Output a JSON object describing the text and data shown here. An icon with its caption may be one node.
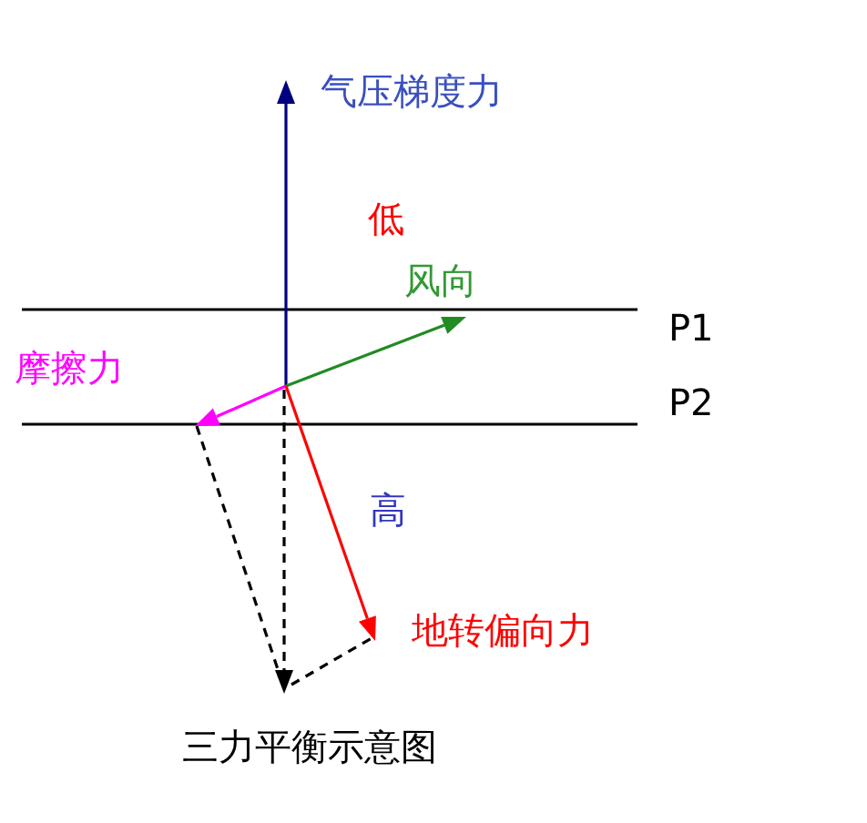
{
  "diagram": {
    "caption": "三力平衡示意图",
    "labels": [
      "气压梯度力",
      "低",
      "风向",
      "P1",
      "摩擦力",
      "P2",
      "高",
      "地转偏向力"
    ]
  }
}
